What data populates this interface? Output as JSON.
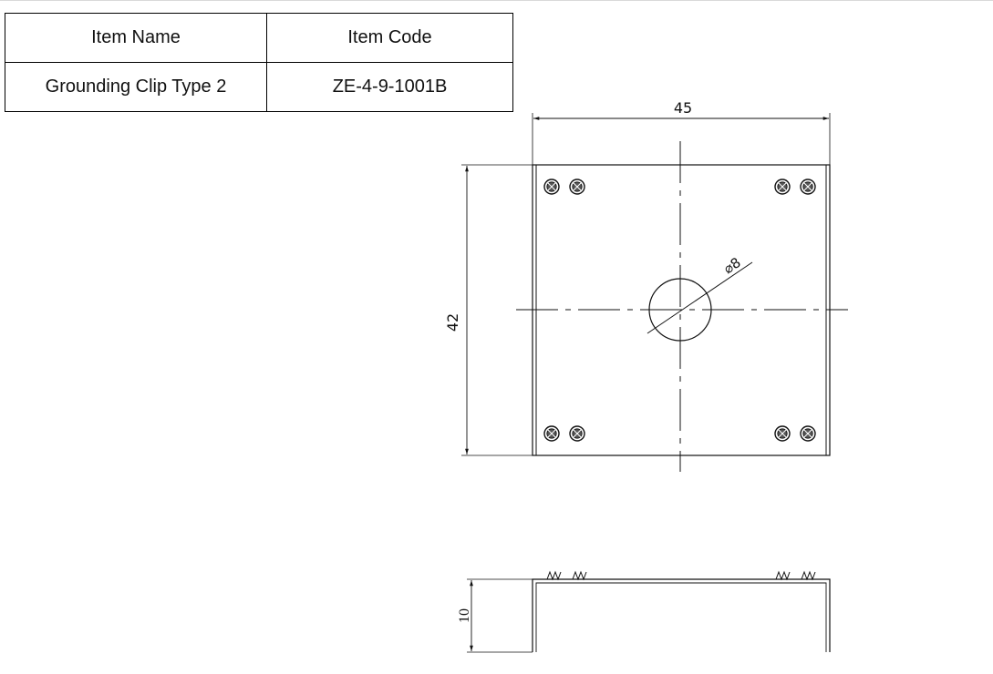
{
  "spec_table": {
    "headers": [
      "Item Name",
      "Item Code"
    ],
    "rows": [
      [
        "Grounding Clip Type 2",
        "ZE-4-9-1001B"
      ]
    ]
  },
  "drawing": {
    "top_view": {
      "width_label": "45",
      "height_label": "42",
      "hole_label": "⌀8"
    },
    "side_view": {
      "height_label": "10"
    }
  }
}
